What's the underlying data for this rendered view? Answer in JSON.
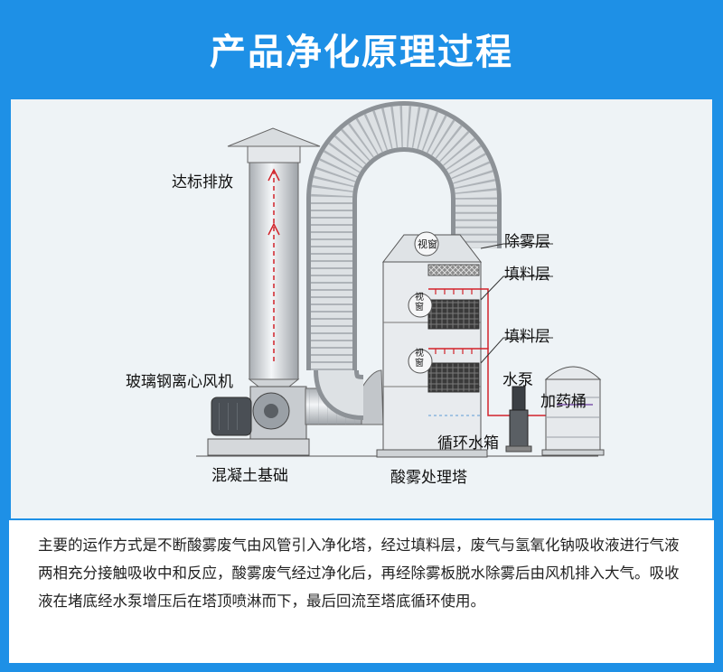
{
  "title": "产品净化原理过程",
  "labels": {
    "discharge": "达标排放",
    "fan": "玻璃钢离心风机",
    "foundation": "混凝土基础",
    "demist": "除雾层",
    "packing1": "填料层",
    "packing2": "填料层",
    "pump": "水泵",
    "dosing": "加药桶",
    "tank": "循环水箱",
    "tower": "酸雾处理塔",
    "sight1": "视窗",
    "sight2": "视窗",
    "sight3": "视窗"
  },
  "description": "主要的运作方式是不断酸雾废气由风管引入净化塔，经过填料层，废气与氢氧化钠吸收液进行气液两相充分接触吸收中和反应，酸雾废气经过净化后，再经除雾板脱水除雾后由风机排入大气。吸收液在堵底经水泵增压后在塔顶喷淋而下，最后回流至塔底循环使用。",
  "colors": {
    "header": "#1e90e6",
    "arrow": "#d2232a",
    "pipe": "#c4c8cc"
  }
}
